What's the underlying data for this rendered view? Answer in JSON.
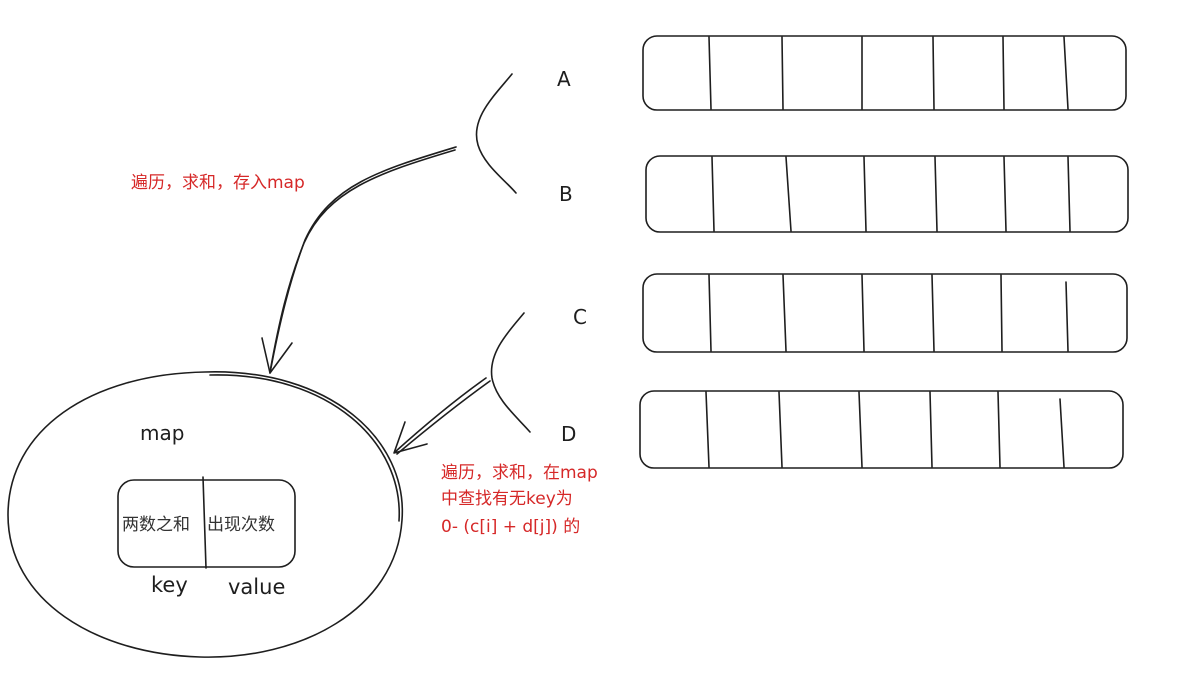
{
  "labels": {
    "a": "A",
    "b": "B",
    "c": "C",
    "d": "D"
  },
  "notes": {
    "ab_note": "遍历，求和，存入map",
    "cd_note_line1": "遍历，求和，在map",
    "cd_note_line2": "中查找有无key为",
    "cd_note_line3": "0- (c[i] + d[j]) 的"
  },
  "map_box": {
    "title": "map",
    "key_cell": "两数之和",
    "value_cell": "出现次数",
    "key_label": "key",
    "value_label": "value"
  },
  "arrays": {
    "count": 4,
    "cells_per_array": 7
  },
  "colors": {
    "stroke": "#1e1e1e",
    "annotation": "#d62828"
  }
}
